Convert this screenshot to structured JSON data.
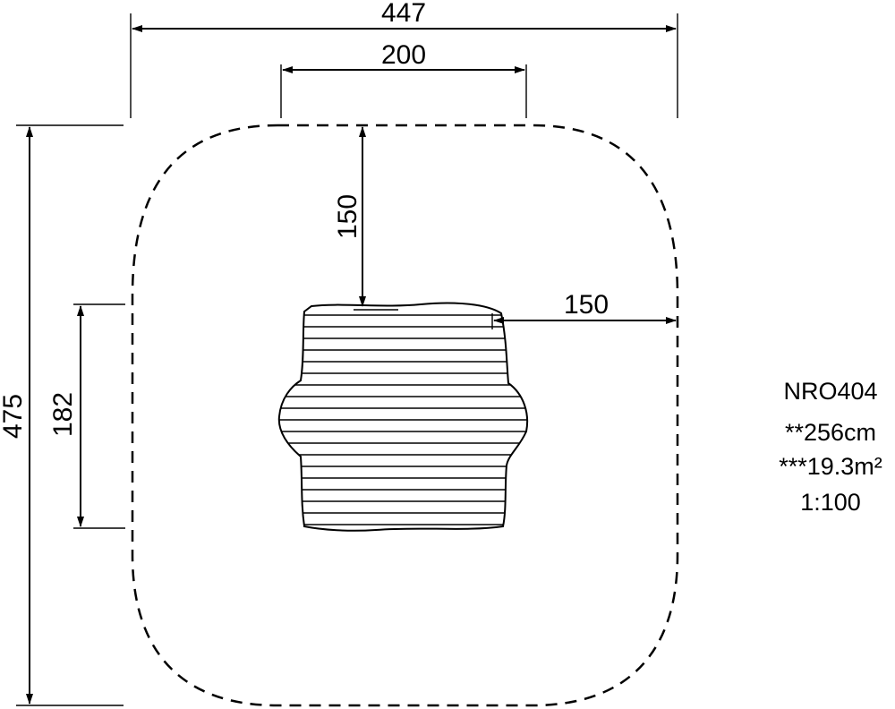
{
  "dimensions": {
    "overall_width": "447",
    "equipment_width": "200",
    "top_clearance": "150",
    "side_clearance": "150",
    "overall_height": "475",
    "equipment_height": "182"
  },
  "info": {
    "product_code": "NRO404",
    "free_fall_height": "**256cm",
    "impact_area": "***19.3m²",
    "scale": "1:100"
  }
}
